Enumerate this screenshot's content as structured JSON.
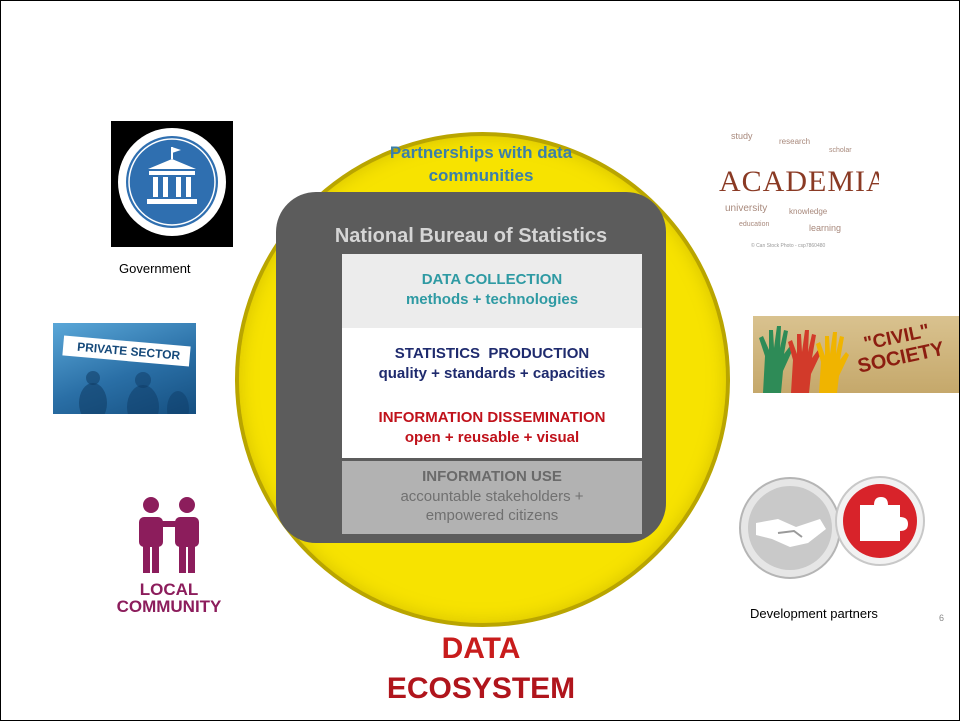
{
  "circle": {
    "heading": "Partnerships with data communities"
  },
  "bureau": {
    "title": "National Bureau of Statistics"
  },
  "layers": [
    {
      "line1": "DATA COLLECTION",
      "line2": "methods + technologies"
    },
    {
      "line1": "STATISTICS  PRODUCTION",
      "line2": "quality + standards + capacities"
    },
    {
      "line1": "INFORMATION DISSEMINATION",
      "line2": "open + reusable + visual"
    },
    {
      "line1": "INFORMATION USE",
      "line2": "accountable stakeholders +",
      "line3": "empowered citizens"
    }
  ],
  "ecosystem": {
    "line1": "DATA",
    "line2": "ECOSYSTEM"
  },
  "communities": {
    "government": {
      "label": "Government",
      "icon": "government-building-icon"
    },
    "private_sector": {
      "sign_text": "PRIVATE SECTOR",
      "icon": "signpost-icon"
    },
    "local_community": {
      "line1": "LOCAL",
      "line2": "COMMUNITY",
      "icon": "people-pair-icon"
    },
    "academia": {
      "word": "ACADEMIA",
      "caption": "© Can Stock Photo - csp7860480",
      "icon": "word-cloud-icon"
    },
    "civil_society": {
      "line1": "\"CIVIL\"",
      "line2": "SOCIETY",
      "icon": "raised-hands-icon"
    },
    "development_partners": {
      "label": "Development partners",
      "icons": [
        "handshake-icon",
        "puzzle-icon"
      ]
    }
  },
  "page_number": "6",
  "colors": {
    "circle": "#f7e300",
    "bureau": "#5c5c5c",
    "collection": "#2e9aa3",
    "production": "#1f2b6e",
    "dissemination": "#c0121b",
    "ecosystem": "#c81c1c",
    "local_community": "#8c1d5c"
  }
}
